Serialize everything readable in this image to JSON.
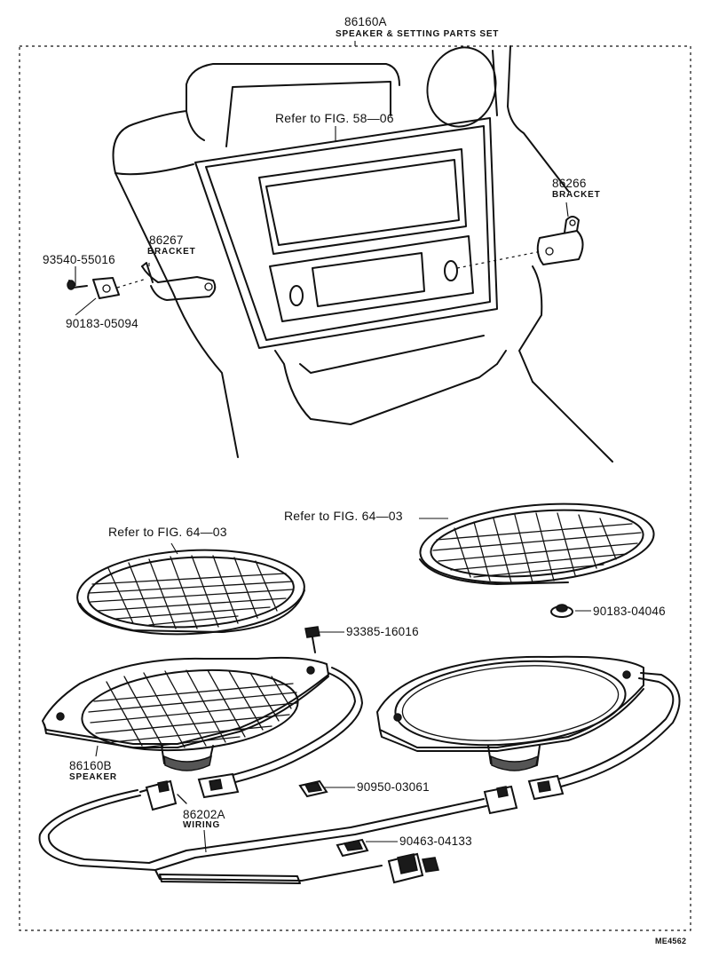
{
  "set": {
    "part_no": "86160A",
    "name": "SPEAKER & SETTING PARTS SET"
  },
  "refs": {
    "fig_58_06": "Refer to FIG. 58—06",
    "fig_64_03_left": "Refer to FIG. 64—03",
    "fig_64_03_right": "Refer to FIG. 64—03"
  },
  "parts": {
    "bracket_right": {
      "part_no": "86266",
      "name": "BRACKET"
    },
    "bracket_left": {
      "part_no": "86267",
      "name": "BRACKET"
    },
    "screw_93540": {
      "part_no": "93540-55016"
    },
    "nut_90183_05094": {
      "part_no": "90183-05094"
    },
    "nut_90183_04046": {
      "part_no": "90183-04046"
    },
    "screw_93385": {
      "part_no": "93385-16016"
    },
    "speaker": {
      "part_no": "86160B",
      "name": "SPEAKER"
    },
    "clip_90950": {
      "part_no": "90950-03061"
    },
    "wiring": {
      "part_no": "86202A",
      "name": "WIRING"
    },
    "clip_90463": {
      "part_no": "90463-04133"
    }
  },
  "footer": {
    "code": "ME4562"
  }
}
